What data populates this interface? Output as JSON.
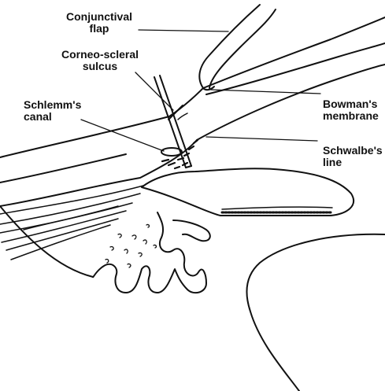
{
  "labels": {
    "conjunctival_flap": [
      "Conjunctival",
      "flap"
    ],
    "corneo_scleral_sulcus": [
      "Corneo-scleral",
      "sulcus"
    ],
    "schlemms_canal": [
      "Schlemm's",
      "canal"
    ],
    "bowmans_membrane": [
      "Bowman's",
      "membrane"
    ],
    "schwalbes_line": [
      "Schwalbe's",
      "line"
    ]
  },
  "colors": {
    "ink": "#111111",
    "background": "#ffffff"
  }
}
